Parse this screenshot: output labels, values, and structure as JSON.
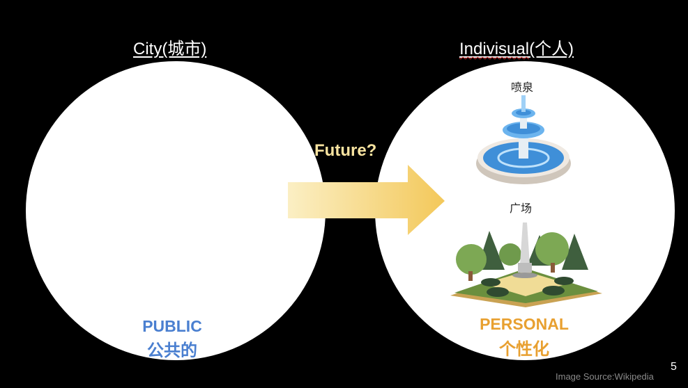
{
  "left": {
    "title": "City(城市)",
    "label_en": "PUBLIC",
    "label_zh": "公共的"
  },
  "right": {
    "title_misspelled": "Indivisual",
    "title_rest": "(个人)",
    "fountain_label": "喷泉",
    "plaza_label": "广场",
    "label_en": "PERSONAL",
    "label_zh": "个性化"
  },
  "arrow": {
    "label": "Future?"
  },
  "footer": {
    "source": "Image Source:Wikipedia",
    "page_number": "5"
  },
  "colors": {
    "public": "#4a7fd0",
    "personal": "#e8a030",
    "future": "#f8e3a0"
  }
}
